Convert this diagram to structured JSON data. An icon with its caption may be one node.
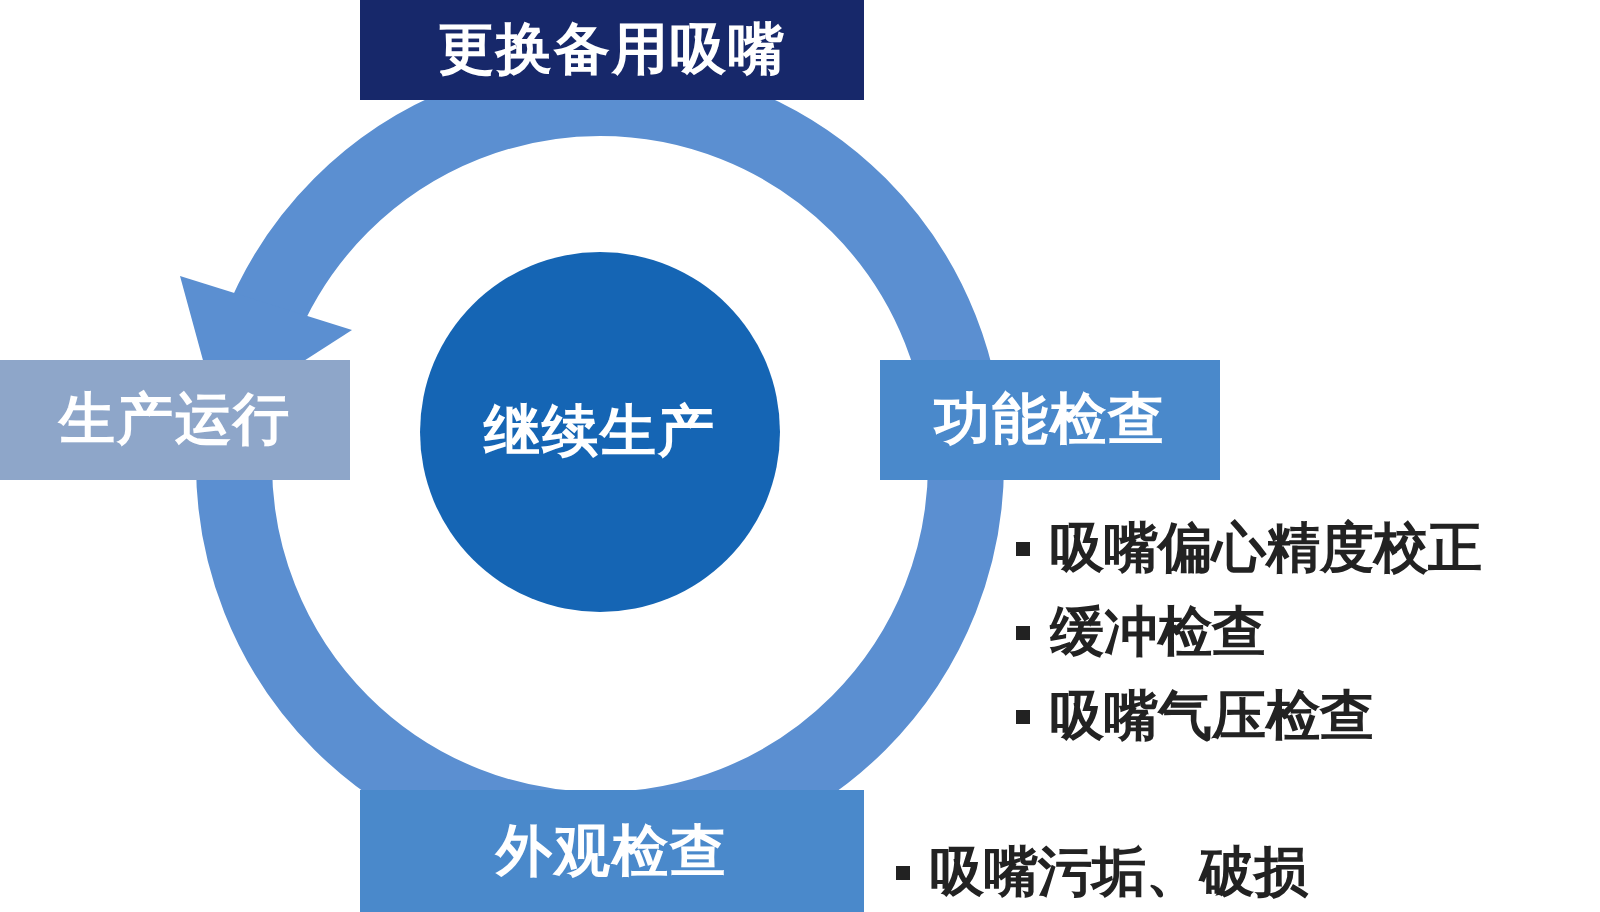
{
  "diagram": {
    "nodes": [
      {
        "text": [
          "更换备用吸嘴"
        ]
      },
      {
        "text": [
          "生产运行"
        ]
      },
      {
        "text": [
          "继续生产"
        ]
      },
      {
        "text": [
          "功能检查"
        ],
        "beside": [
          "吸嘴偏心精度校正",
          "缓冲检查",
          "吸嘴气压检查"
        ]
      },
      {
        "text": [
          "外观检查"
        ],
        "beside": [
          "吸嘴污垢、破损"
        ]
      }
    ]
  }
}
